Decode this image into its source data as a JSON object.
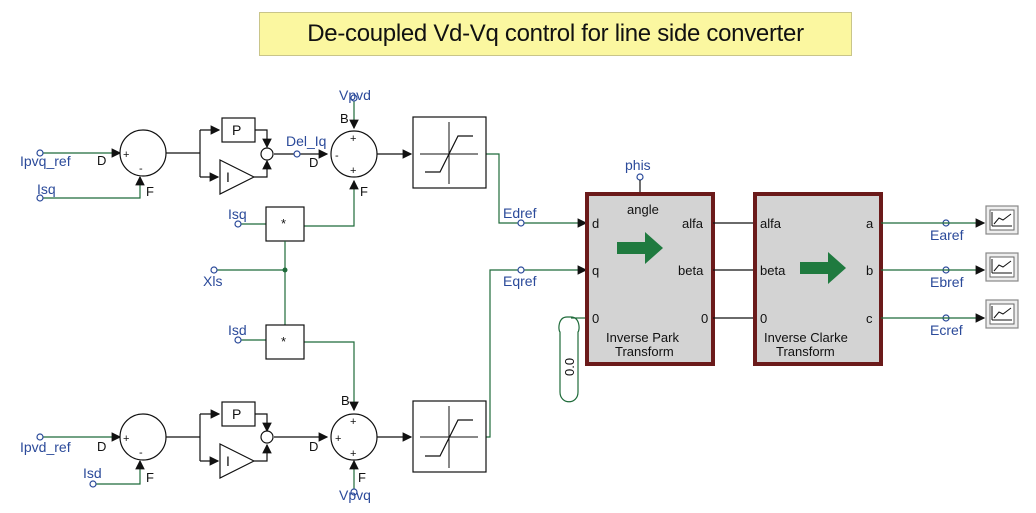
{
  "title": "De-coupled Vd-Vq control for line side converter",
  "signals": {
    "ipvq_ref": "Ipvq_ref",
    "isq_in": "Isq",
    "vpvd": "Vpvd",
    "del_iq": "Del_Iq",
    "isq_mul": "Isq",
    "xls": "Xls",
    "isd_mul": "Isd",
    "ipvd_ref": "Ipvd_ref",
    "isd_in": "Isd",
    "vpvq": "Vpvq",
    "edref": "Edref",
    "eqref": "Eqref",
    "phis": "phis",
    "earef": "Earef",
    "ebref": "Ebref",
    "ecref": "Ecref"
  },
  "ports": {
    "sum_d": "D",
    "sum_f": "F",
    "sum_b": "B",
    "plus": "+",
    "minus": "-",
    "p_block": "P",
    "i_block": "I",
    "multiply": "*"
  },
  "park": {
    "name_line1": "Inverse Park",
    "name_line2": "Transform",
    "in_d": "d",
    "in_q": "q",
    "in_0": "0",
    "angle": "angle",
    "out_alfa": "alfa",
    "out_beta": "beta",
    "out_0": "0"
  },
  "clarke": {
    "name_line1": "Inverse Clarke",
    "name_line2": "Transform",
    "in_alfa": "alfa",
    "in_beta": "beta",
    "in_0": "0",
    "out_a": "a",
    "out_b": "b",
    "out_c": "c"
  },
  "constant_value": "0.0",
  "colors": {
    "wire": "#1f6b3a",
    "label": "#2b4a9a",
    "block_border": "#6b1a1a",
    "block_fill": "#d3d3d3",
    "arrow": "#1f7a3f",
    "title_bg": "#fbf7a0"
  }
}
